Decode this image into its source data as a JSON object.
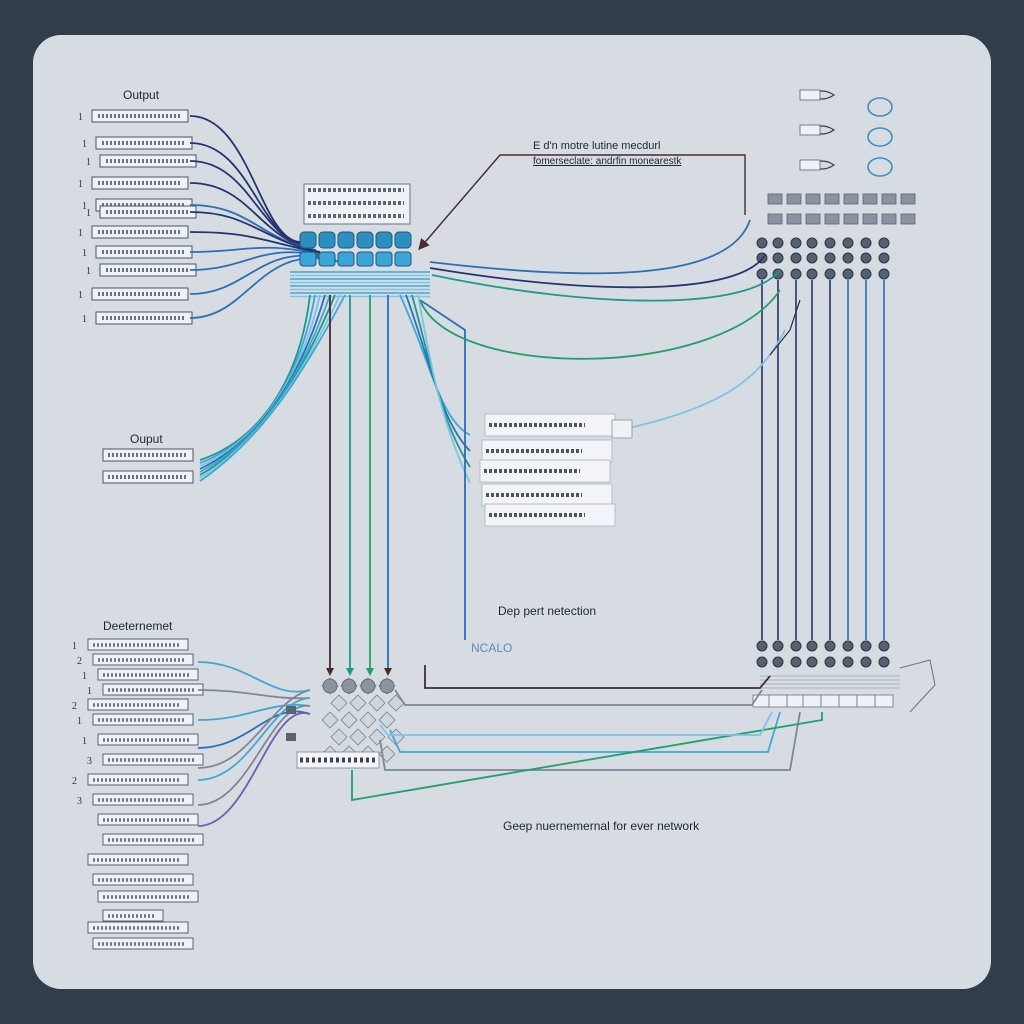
{
  "labels": {
    "output_top": "Output",
    "output_mid": "Ouput",
    "deep_label": "Deeternemet",
    "caption_line1": "E d'n motre lutine mecdurl",
    "caption_line2": "fomerseclate: andrfin monearestk",
    "detection": "Dep pert netection",
    "ncalo": "NCALO",
    "bottom_caption": "Geep nuernemernal for ever network"
  },
  "layer_values": [
    "1",
    "2",
    "1",
    "1",
    "2",
    "1",
    "1",
    "3",
    "2",
    "3"
  ],
  "colors": {
    "background": "#323d4b",
    "panel": "#d7dce3",
    "navy": "#23356e",
    "blue": "#2a6fb8",
    "cyan": "#3ea7d4",
    "sky": "#7cc3e6",
    "teal": "#1c9a8c",
    "green": "#22a06b",
    "gray": "#7e8793",
    "brown": "#4a2a2a",
    "purple": "#6d5fb3",
    "node": "#52606f",
    "hub": "#2d8fc0"
  }
}
